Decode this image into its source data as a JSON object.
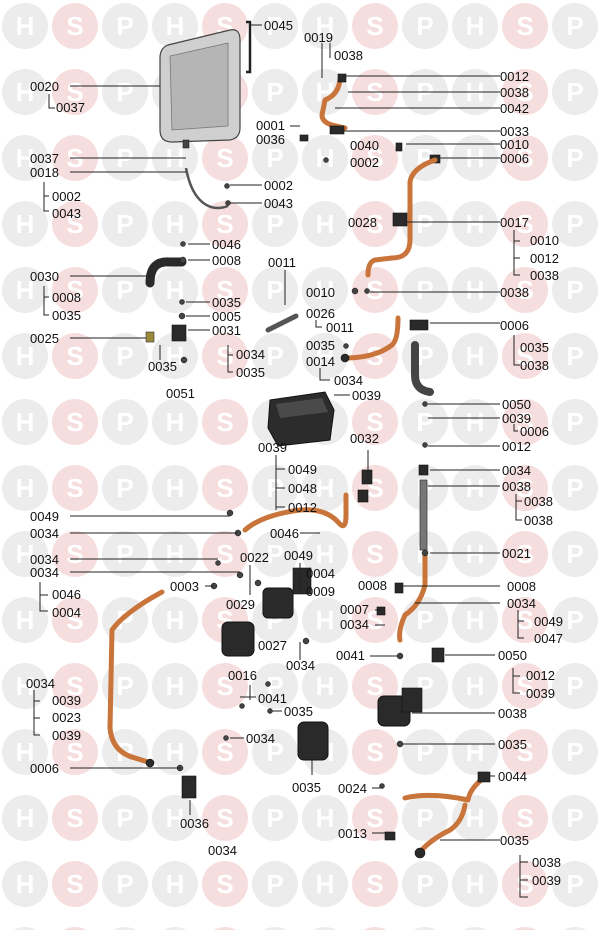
{
  "watermark": {
    "letters": [
      "H",
      "S",
      "P"
    ]
  },
  "labels": [
    {
      "id": "l1",
      "text": "0045"
    },
    {
      "id": "l2",
      "text": "0019"
    },
    {
      "id": "l3",
      "text": "0038"
    },
    {
      "id": "l4",
      "text": "0020"
    },
    {
      "id": "l5",
      "text": "0037"
    },
    {
      "id": "l6",
      "text": "0012"
    },
    {
      "id": "l7",
      "text": "0038"
    },
    {
      "id": "l8",
      "text": "0042"
    },
    {
      "id": "l9",
      "text": "0001"
    },
    {
      "id": "l10",
      "text": "0033"
    },
    {
      "id": "l11",
      "text": "0036"
    },
    {
      "id": "l12",
      "text": "0040"
    },
    {
      "id": "l13",
      "text": "0010"
    },
    {
      "id": "l14",
      "text": "0037"
    },
    {
      "id": "l15",
      "text": "0002"
    },
    {
      "id": "l16",
      "text": "0006"
    },
    {
      "id": "l17",
      "text": "0018"
    },
    {
      "id": "l18",
      "text": "0002"
    },
    {
      "id": "l19",
      "text": "0002"
    },
    {
      "id": "l20",
      "text": "0043"
    },
    {
      "id": "l21",
      "text": "0043"
    },
    {
      "id": "l22",
      "text": "0028"
    },
    {
      "id": "l23",
      "text": "0017"
    },
    {
      "id": "l24",
      "text": "0010"
    },
    {
      "id": "l25",
      "text": "0046"
    },
    {
      "id": "l26",
      "text": "0012"
    },
    {
      "id": "l27",
      "text": "0008"
    },
    {
      "id": "l28",
      "text": "0038"
    },
    {
      "id": "l29",
      "text": "0011"
    },
    {
      "id": "l30",
      "text": "0030"
    },
    {
      "id": "l31",
      "text": "0010"
    },
    {
      "id": "l32",
      "text": "0038"
    },
    {
      "id": "l33",
      "text": "0008"
    },
    {
      "id": "l34",
      "text": "0035"
    },
    {
      "id": "l35",
      "text": "0026"
    },
    {
      "id": "l36",
      "text": "0035"
    },
    {
      "id": "l37",
      "text": "0005"
    },
    {
      "id": "l38",
      "text": "0011"
    },
    {
      "id": "l39",
      "text": "0006"
    },
    {
      "id": "l40",
      "text": "0025"
    },
    {
      "id": "l41",
      "text": "0031"
    },
    {
      "id": "l42",
      "text": "0035"
    },
    {
      "id": "l43",
      "text": "0035"
    },
    {
      "id": "l44",
      "text": "0034"
    },
    {
      "id": "l45",
      "text": "0014"
    },
    {
      "id": "l46",
      "text": "0038"
    },
    {
      "id": "l47",
      "text": "0035"
    },
    {
      "id": "l48",
      "text": "0035"
    },
    {
      "id": "l49",
      "text": "0034"
    },
    {
      "id": "l50",
      "text": "0051"
    },
    {
      "id": "l51",
      "text": "0039"
    },
    {
      "id": "l52",
      "text": "0050"
    },
    {
      "id": "l53",
      "text": "0039"
    },
    {
      "id": "l54",
      "text": "0006"
    },
    {
      "id": "l55",
      "text": "0032"
    },
    {
      "id": "l56",
      "text": "0039"
    },
    {
      "id": "l57",
      "text": "0012"
    },
    {
      "id": "l58",
      "text": "0049"
    },
    {
      "id": "l59",
      "text": "0034"
    },
    {
      "id": "l60",
      "text": "0048"
    },
    {
      "id": "l61",
      "text": "0038"
    },
    {
      "id": "l62",
      "text": "0038"
    },
    {
      "id": "l63",
      "text": "0012"
    },
    {
      "id": "l64",
      "text": "0049"
    },
    {
      "id": "l65",
      "text": "0038"
    },
    {
      "id": "l66",
      "text": "0034"
    },
    {
      "id": "l67",
      "text": "0046"
    },
    {
      "id": "l68",
      "text": "0034"
    },
    {
      "id": "l69",
      "text": "0022"
    },
    {
      "id": "l70",
      "text": "0049"
    },
    {
      "id": "l71",
      "text": "0021"
    },
    {
      "id": "l72",
      "text": "0034"
    },
    {
      "id": "l73",
      "text": "0004"
    },
    {
      "id": "l74",
      "text": "0008"
    },
    {
      "id": "l75",
      "text": "0046"
    },
    {
      "id": "l76",
      "text": "0009"
    },
    {
      "id": "l77",
      "text": "0008"
    },
    {
      "id": "l78",
      "text": "0003"
    },
    {
      "id": "l79",
      "text": "0029"
    },
    {
      "id": "l80",
      "text": "0034"
    },
    {
      "id": "l81",
      "text": "0004"
    },
    {
      "id": "l82",
      "text": "0007"
    },
    {
      "id": "l83",
      "text": "0034"
    },
    {
      "id": "l84",
      "text": "0049"
    },
    {
      "id": "l85",
      "text": "0047"
    },
    {
      "id": "l86",
      "text": "0027"
    },
    {
      "id": "l87",
      "text": "0034"
    },
    {
      "id": "l88",
      "text": "0041"
    },
    {
      "id": "l89",
      "text": "0050"
    },
    {
      "id": "l90",
      "text": "0016"
    },
    {
      "id": "l91",
      "text": "0034"
    },
    {
      "id": "l92",
      "text": "0012"
    },
    {
      "id": "l93",
      "text": "0039"
    },
    {
      "id": "l94",
      "text": "0041"
    },
    {
      "id": "l95",
      "text": "0039"
    },
    {
      "id": "l96",
      "text": "0035"
    },
    {
      "id": "l97",
      "text": "0023"
    },
    {
      "id": "l98",
      "text": "0038"
    },
    {
      "id": "l99",
      "text": "0039"
    },
    {
      "id": "l100",
      "text": "0034"
    },
    {
      "id": "l101",
      "text": "0035"
    },
    {
      "id": "l102",
      "text": "0006"
    },
    {
      "id": "l103",
      "text": "0044"
    },
    {
      "id": "l104",
      "text": "0035"
    },
    {
      "id": "l105",
      "text": "0024"
    },
    {
      "id": "l106",
      "text": "0036"
    },
    {
      "id": "l107",
      "text": "0013"
    },
    {
      "id": "l108",
      "text": "0035"
    },
    {
      "id": "l109",
      "text": "0034"
    },
    {
      "id": "l110",
      "text": "0038"
    },
    {
      "id": "l111",
      "text": "0039"
    }
  ]
}
